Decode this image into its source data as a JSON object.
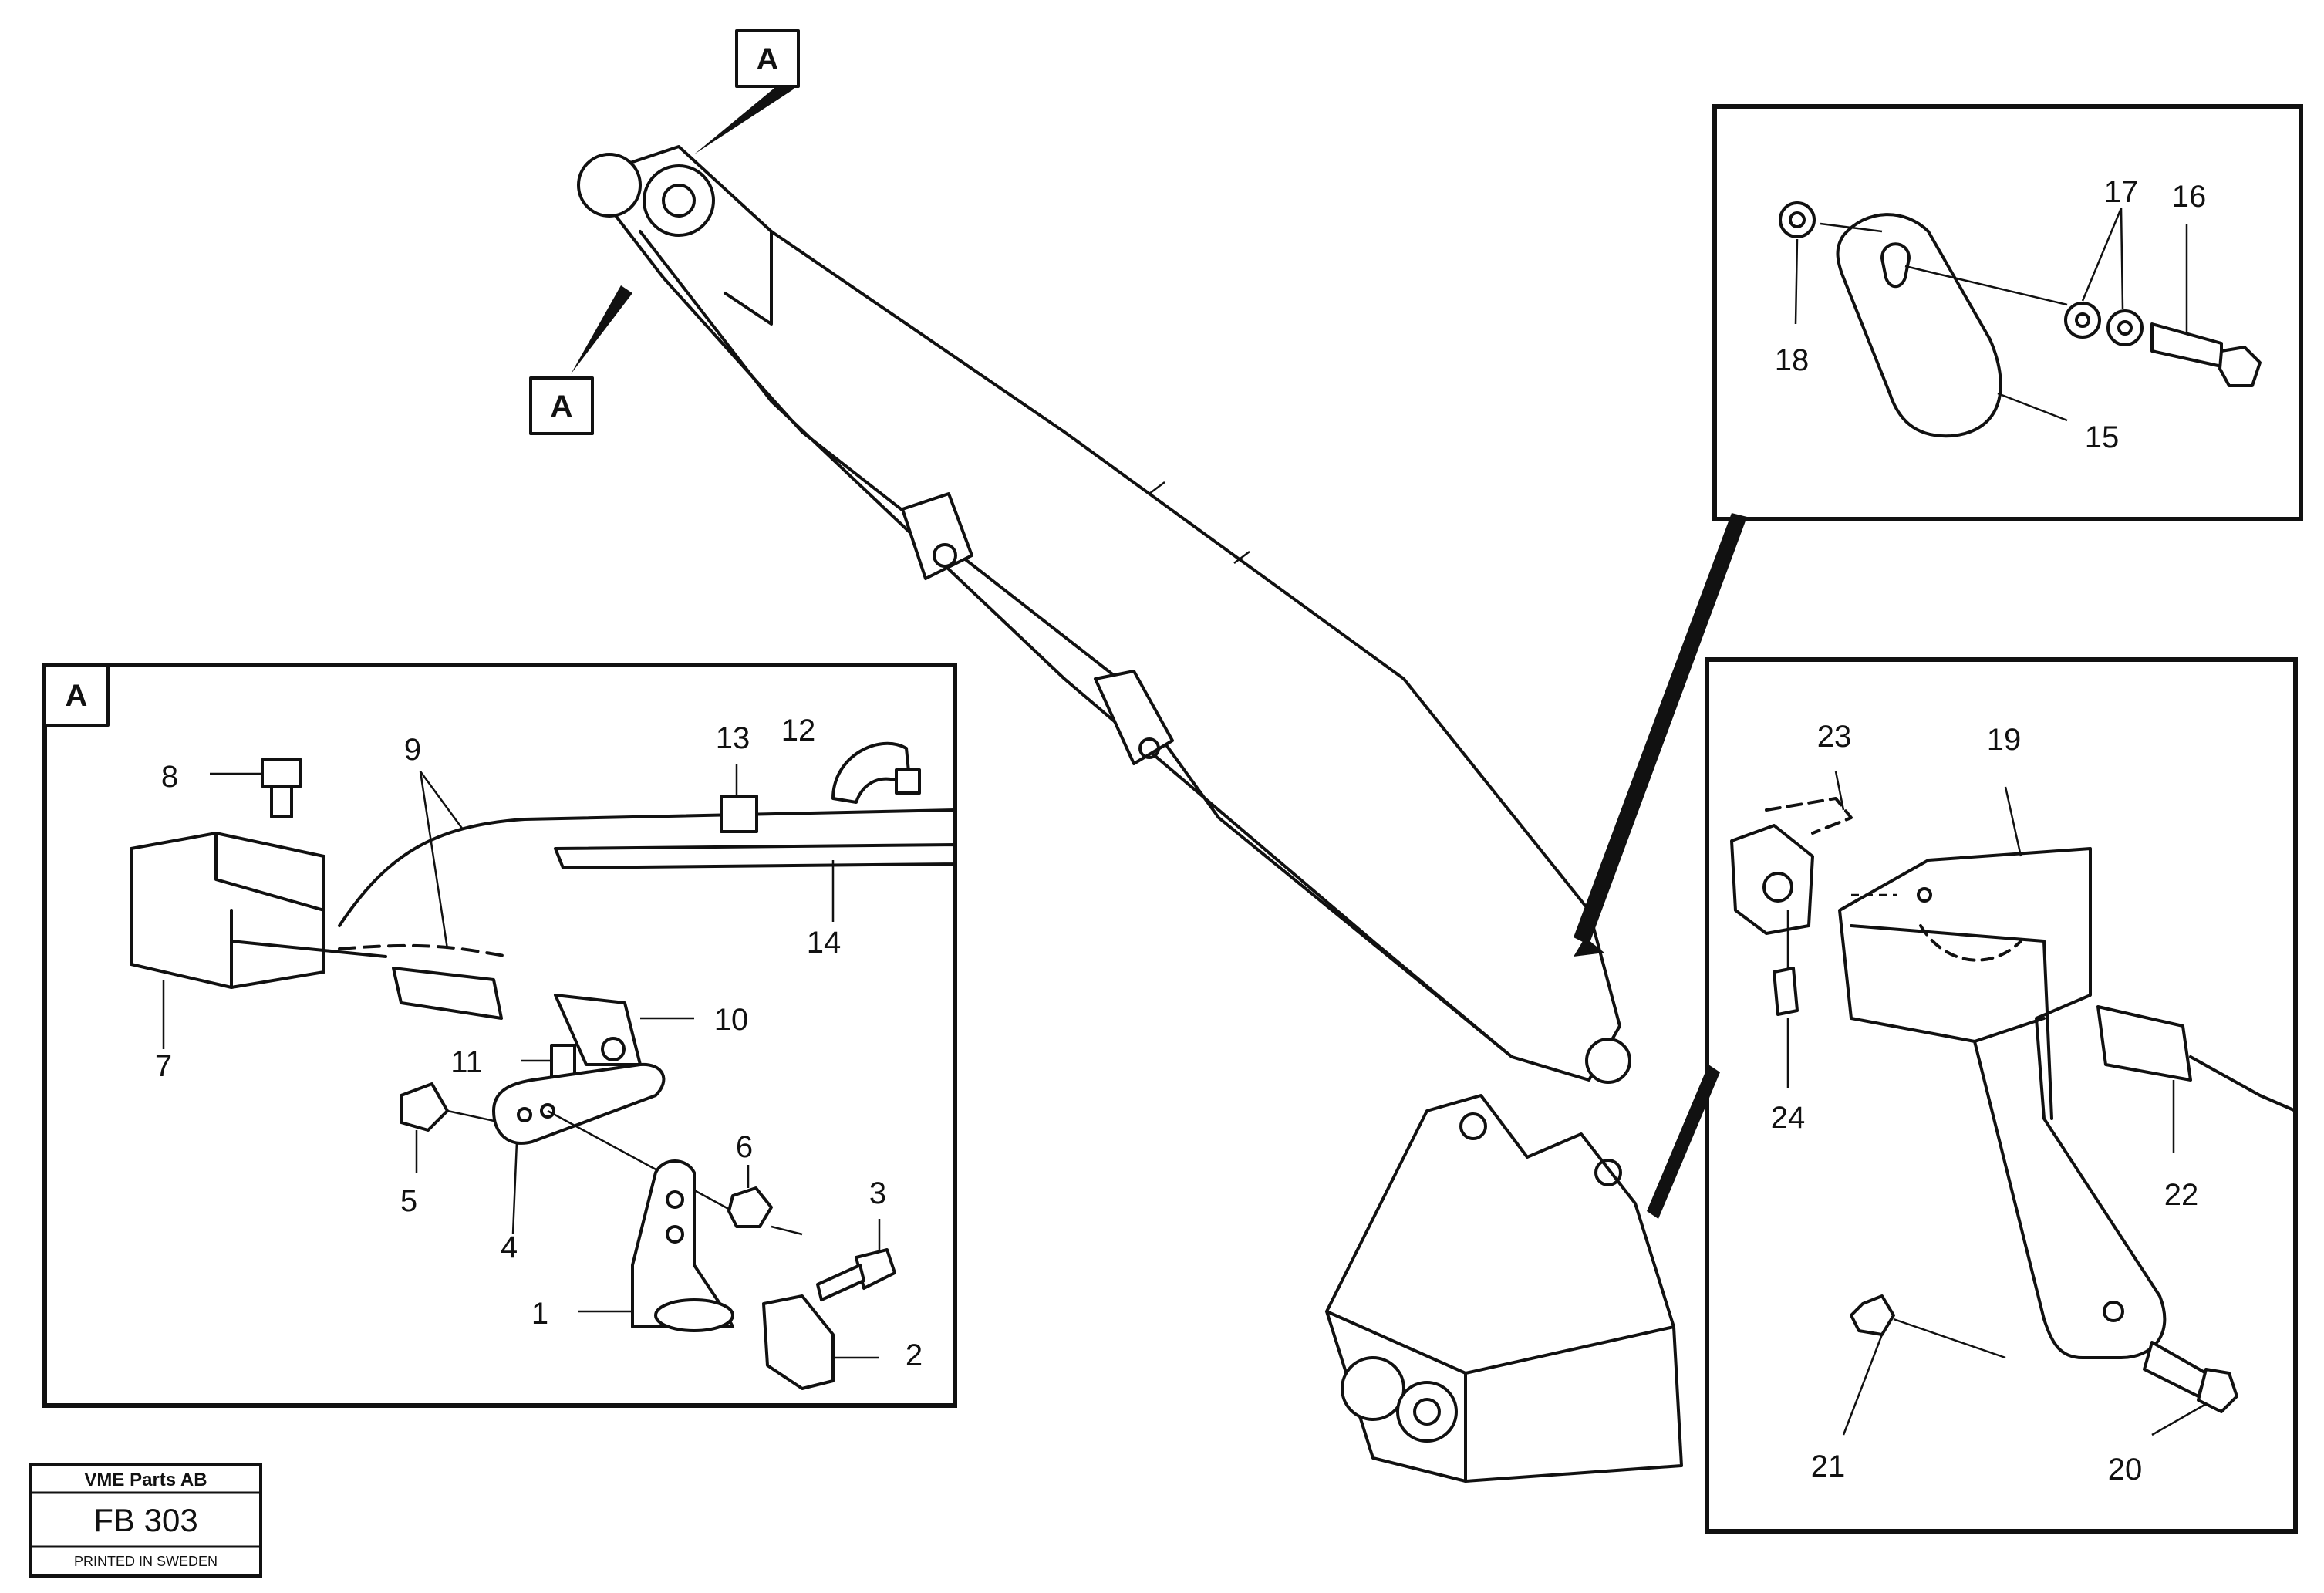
{
  "view_markers": {
    "top": "A",
    "upper_left": "A",
    "detail_a": "A"
  },
  "callouts": {
    "c1": "1",
    "c2": "2",
    "c3": "3",
    "c4": "4",
    "c5": "5",
    "c6": "6",
    "c7": "7",
    "c8": "8",
    "c9": "9",
    "c10": "10",
    "c11": "11",
    "c12": "12",
    "c13": "13",
    "c14": "14",
    "c15": "15",
    "c16": "16",
    "c17": "17",
    "c18": "18",
    "c19": "19",
    "c20": "20",
    "c21": "21",
    "c22": "22",
    "c23": "23",
    "c24": "24"
  },
  "title_block": {
    "company": "VME Parts AB",
    "code": "FB 303",
    "printed": "PRINTED IN SWEDEN"
  }
}
